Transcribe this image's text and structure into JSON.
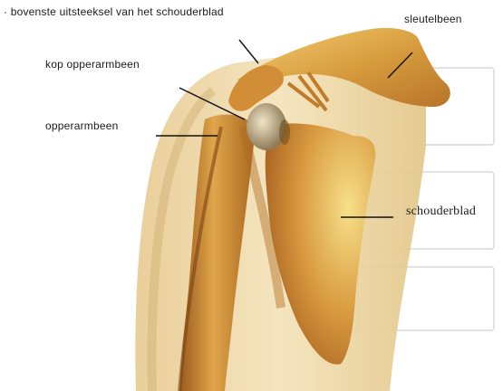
{
  "labels": {
    "acromion": "· bovenste uitsteeksel van het schouderblad",
    "clavicle": "sleutelbeen",
    "humeral_head": "kop opperarmbeen",
    "humerus": "opperarmbeen",
    "scapula": "schouderblad"
  }
}
